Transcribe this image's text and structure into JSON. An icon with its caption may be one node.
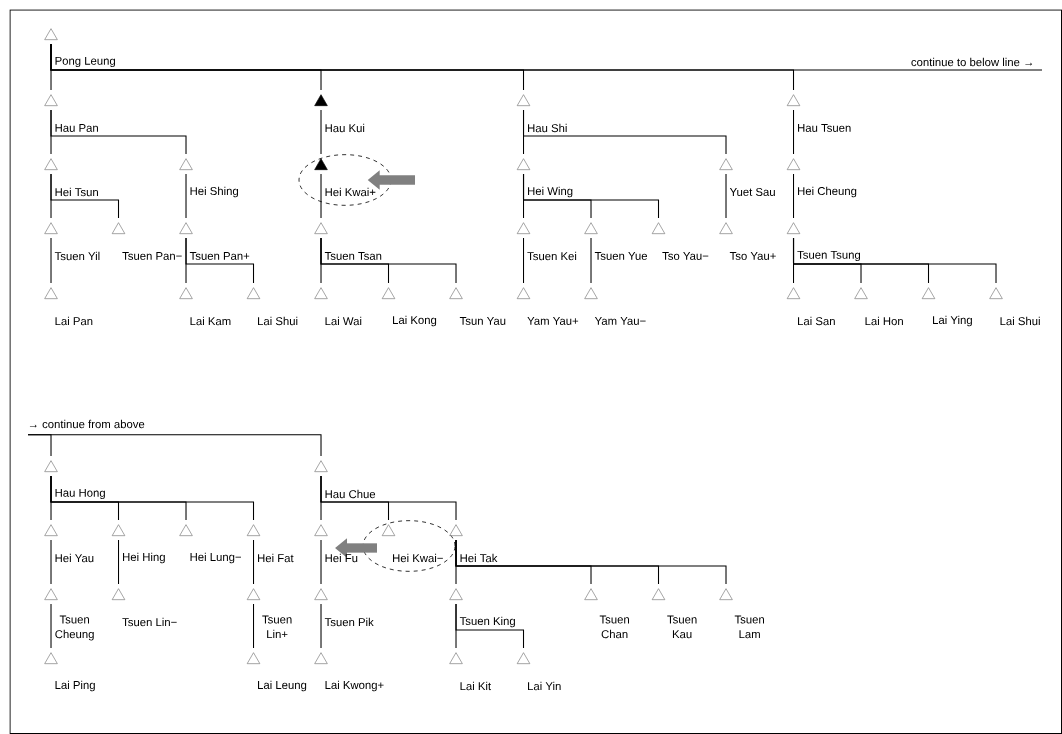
{
  "diagram": {
    "nodes": [
      {
        "text": [],
        "shape": "triangle",
        "beside": [
          "Pong Leung"
        ]
      },
      {
        "text": [],
        "shape": "triangle",
        "beside": [
          "Hau Pan"
        ]
      },
      {
        "text": [],
        "shape": "solid-triangle",
        "beside": [
          "Hau Kui"
        ]
      },
      {
        "text": [],
        "shape": "triangle",
        "beside": [
          "Hau Shi"
        ]
      },
      {
        "text": [],
        "shape": "triangle",
        "beside": [
          "Hau Tsuen"
        ]
      },
      {
        "text": [],
        "shape": "triangle",
        "beside": [
          "Hei Tsun"
        ]
      },
      {
        "text": [],
        "shape": "triangle",
        "beside": [
          "Hei Shing"
        ]
      },
      {
        "text": [],
        "shape": "ellipse"
      },
      {
        "text": [],
        "shape": "solid-triangle",
        "beside": [
          "Hei Kwai+"
        ],
        "in": 7
      },
      {
        "text": [],
        "shape": "triangle",
        "beside": [
          "Hei Wing"
        ]
      },
      {
        "text": [],
        "shape": "triangle",
        "beside": [
          "Yuet Sau"
        ]
      },
      {
        "text": [],
        "shape": "triangle",
        "beside": [
          "Hei Cheung"
        ]
      },
      {
        "text": [],
        "shape": "triangle",
        "beside": [
          "Tsuen Yil"
        ]
      },
      {
        "text": [],
        "shape": "triangle",
        "beside": [
          "Tsuen Pan−"
        ]
      },
      {
        "text": [],
        "shape": "triangle",
        "beside": [
          "Tsuen Pan+"
        ]
      },
      {
        "text": [],
        "shape": "triangle",
        "beside": [
          "Tsuen Tsan"
        ]
      },
      {
        "text": [],
        "shape": "triangle",
        "beside": [
          "Tsuen Kei"
        ]
      },
      {
        "text": [],
        "shape": "triangle",
        "beside": [
          "Tsuen Yue"
        ]
      },
      {
        "text": [],
        "shape": "triangle",
        "beside": [
          "Tso Yau−"
        ]
      },
      {
        "text": [],
        "shape": "triangle",
        "beside": [
          "Tso Yau+"
        ]
      },
      {
        "text": [],
        "shape": "triangle",
        "beside": [
          "Tsuen Tsung"
        ]
      },
      {
        "text": [],
        "shape": "triangle",
        "beside": [
          "Lai Pan"
        ]
      },
      {
        "text": [],
        "shape": "triangle",
        "beside": [
          "Lai Kam"
        ]
      },
      {
        "text": [],
        "shape": "triangle",
        "beside": [
          "Lai Shui"
        ]
      },
      {
        "text": [],
        "shape": "triangle",
        "beside": [
          "Lai Wai"
        ]
      },
      {
        "text": [],
        "shape": "triangle",
        "beside": [
          "Lai Kong"
        ]
      },
      {
        "text": [],
        "shape": "triangle",
        "beside": [
          "Tsun Yau"
        ]
      },
      {
        "text": [],
        "shape": "triangle",
        "beside": [
          "Yam Yau+"
        ]
      },
      {
        "text": [],
        "shape": "triangle",
        "beside": [
          "Yam Yau−"
        ]
      },
      {
        "text": [],
        "shape": "triangle",
        "beside": [
          "Lai San"
        ]
      },
      {
        "text": [],
        "shape": "triangle",
        "beside": [
          "Lai Hon"
        ]
      },
      {
        "text": [],
        "shape": "triangle",
        "beside": [
          "Lai Ying"
        ]
      },
      {
        "text": [],
        "shape": "triangle",
        "beside": [
          "Lai Shui"
        ]
      },
      {
        "text": [],
        "shape": "triangle",
        "beside": [
          "Hau Hong"
        ]
      },
      {
        "text": [],
        "shape": "triangle",
        "beside": [
          "Hau Chue"
        ]
      },
      {
        "text": [],
        "shape": "triangle",
        "beside": [
          "Hei Yau"
        ]
      },
      {
        "text": [],
        "shape": "triangle",
        "beside": [
          "Hei Hing"
        ]
      },
      {
        "text": [],
        "shape": "triangle",
        "beside": [
          "Hei Lung−"
        ]
      },
      {
        "text": [],
        "shape": "triangle",
        "beside": [
          "Hei Fat"
        ]
      },
      {
        "text": [],
        "shape": "triangle",
        "beside": [
          "Hei Fu"
        ]
      },
      {
        "text": [],
        "shape": "ellipse"
      },
      {
        "text": [],
        "shape": "triangle",
        "beside": [
          "Hei Kwai−"
        ],
        "in": 40
      },
      {
        "text": [],
        "shape": "triangle",
        "beside": [
          "Hei Tak"
        ]
      },
      {
        "text": [],
        "shape": "triangle",
        "beside": [
          "Tsuen Cheung"
        ]
      },
      {
        "text": [],
        "shape": "triangle",
        "beside": [
          "Tsuen Lin−"
        ]
      },
      {
        "text": [],
        "shape": "triangle",
        "beside": [
          "Tsuen Lin+"
        ]
      },
      {
        "text": [],
        "shape": "triangle",
        "beside": [
          "Tsuen Pik"
        ]
      },
      {
        "text": [],
        "shape": "triangle",
        "beside": [
          "Tsuen King"
        ]
      },
      {
        "text": [],
        "shape": "triangle",
        "beside": [
          "Tsuen Chan"
        ]
      },
      {
        "text": [],
        "shape": "triangle",
        "beside": [
          "Tsuen Kau"
        ]
      },
      {
        "text": [],
        "shape": "triangle",
        "beside": [
          "Tsuen Lam"
        ]
      },
      {
        "text": [],
        "shape": "triangle",
        "beside": [
          "Lai Ping"
        ]
      },
      {
        "text": [],
        "shape": "triangle",
        "beside": [
          "Lai Leung"
        ]
      },
      {
        "text": [],
        "shape": "triangle",
        "beside": [
          "Lai Kwong+"
        ]
      },
      {
        "text": [],
        "shape": "triangle",
        "beside": [
          "Lai Kit"
        ]
      },
      {
        "text": [],
        "shape": "triangle",
        "beside": [
          "Lai Yin"
        ]
      },
      {
        "text": [
          "→ continue from above"
        ]
      }
    ],
    "edges": [
      {
        "from": 0,
        "to": 1,
        "arrow": "none"
      },
      {
        "from": 0,
        "to": 2,
        "arrow": "none"
      },
      {
        "from": 0,
        "to": 3,
        "arrow": "none"
      },
      {
        "from": 0,
        "to": 4,
        "arrow": "none"
      },
      {
        "from": 0,
        "to": null,
        "arrow": "none"
      },
      {
        "from": 1,
        "to": 5,
        "arrow": "none"
      },
      {
        "from": 1,
        "to": 6,
        "arrow": "none"
      },
      {
        "from": 2,
        "to": 8,
        "arrow": "none"
      },
      {
        "from": 3,
        "to": 9,
        "arrow": "none"
      },
      {
        "from": 3,
        "to": 10,
        "arrow": "none"
      },
      {
        "from": 4,
        "to": 11,
        "arrow": "none"
      },
      {
        "from": 5,
        "to": 12,
        "arrow": "none"
      },
      {
        "from": 5,
        "to": 13,
        "arrow": "none"
      },
      {
        "from": 6,
        "to": 14,
        "arrow": "none"
      },
      {
        "from": 8,
        "to": 15,
        "arrow": "none"
      },
      {
        "from": 9,
        "to": 16,
        "arrow": "none"
      },
      {
        "from": 9,
        "to": 17,
        "arrow": "none"
      },
      {
        "from": 9,
        "to": 18,
        "arrow": "none"
      },
      {
        "from": 10,
        "to": 19,
        "arrow": "none"
      },
      {
        "from": 11,
        "to": 20,
        "arrow": "none"
      },
      {
        "from": 12,
        "to": 21,
        "arrow": "none"
      },
      {
        "from": 14,
        "to": 22,
        "arrow": "none"
      },
      {
        "from": 14,
        "to": 23,
        "arrow": "none"
      },
      {
        "from": 15,
        "to": 24,
        "arrow": "none"
      },
      {
        "from": 15,
        "to": 25,
        "arrow": "none"
      },
      {
        "from": 15,
        "to": 26,
        "arrow": "none"
      },
      {
        "from": 16,
        "to": 27,
        "arrow": "none"
      },
      {
        "from": 17,
        "to": 28,
        "arrow": "none"
      },
      {
        "from": 20,
        "to": 29,
        "arrow": "none"
      },
      {
        "from": 20,
        "to": 30,
        "arrow": "none"
      },
      {
        "from": 20,
        "to": 31,
        "arrow": "none"
      },
      {
        "from": 20,
        "to": 32,
        "arrow": "none"
      },
      {
        "from": 56,
        "to": 33,
        "arrow": "none"
      },
      {
        "from": 56,
        "to": 34,
        "arrow": "none"
      },
      {
        "from": 33,
        "to": 35,
        "arrow": "none"
      },
      {
        "from": 33,
        "to": 36,
        "arrow": "none"
      },
      {
        "from": 33,
        "to": 37,
        "arrow": "none"
      },
      {
        "from": 33,
        "to": 38,
        "arrow": "none"
      },
      {
        "from": 34,
        "to": 39,
        "arrow": "none"
      },
      {
        "from": 34,
        "to": 41,
        "arrow": "none"
      },
      {
        "from": 34,
        "to": 42,
        "arrow": "none"
      },
      {
        "from": 35,
        "to": 43,
        "arrow": "none"
      },
      {
        "from": 36,
        "to": 44,
        "arrow": "none"
      },
      {
        "from": 38,
        "to": 45,
        "arrow": "none"
      },
      {
        "from": 39,
        "to": 46,
        "arrow": "none"
      },
      {
        "from": 42,
        "to": 47,
        "arrow": "none"
      },
      {
        "from": 42,
        "to": 48,
        "arrow": "none"
      },
      {
        "from": 42,
        "to": 49,
        "arrow": "none"
      },
      {
        "from": 42,
        "to": 50,
        "arrow": "none"
      },
      {
        "from": 43,
        "to": 51,
        "arrow": "none"
      },
      {
        "from": 45,
        "to": 52,
        "arrow": "none"
      },
      {
        "from": 46,
        "to": 53,
        "arrow": "none"
      },
      {
        "from": 47,
        "to": 54,
        "arrow": "none"
      },
      {
        "from": 47,
        "to": 55,
        "arrow": "none"
      },
      {
        "from": null,
        "to": 7,
        "arrow": "to",
        "style": "thick",
        "color": "#808080"
      },
      {
        "from": 40,
        "to": 39,
        "arrow": "to",
        "style": "thick",
        "color": "#808080"
      }
    ],
    "labels": [
      "continue to below line →"
    ]
  }
}
